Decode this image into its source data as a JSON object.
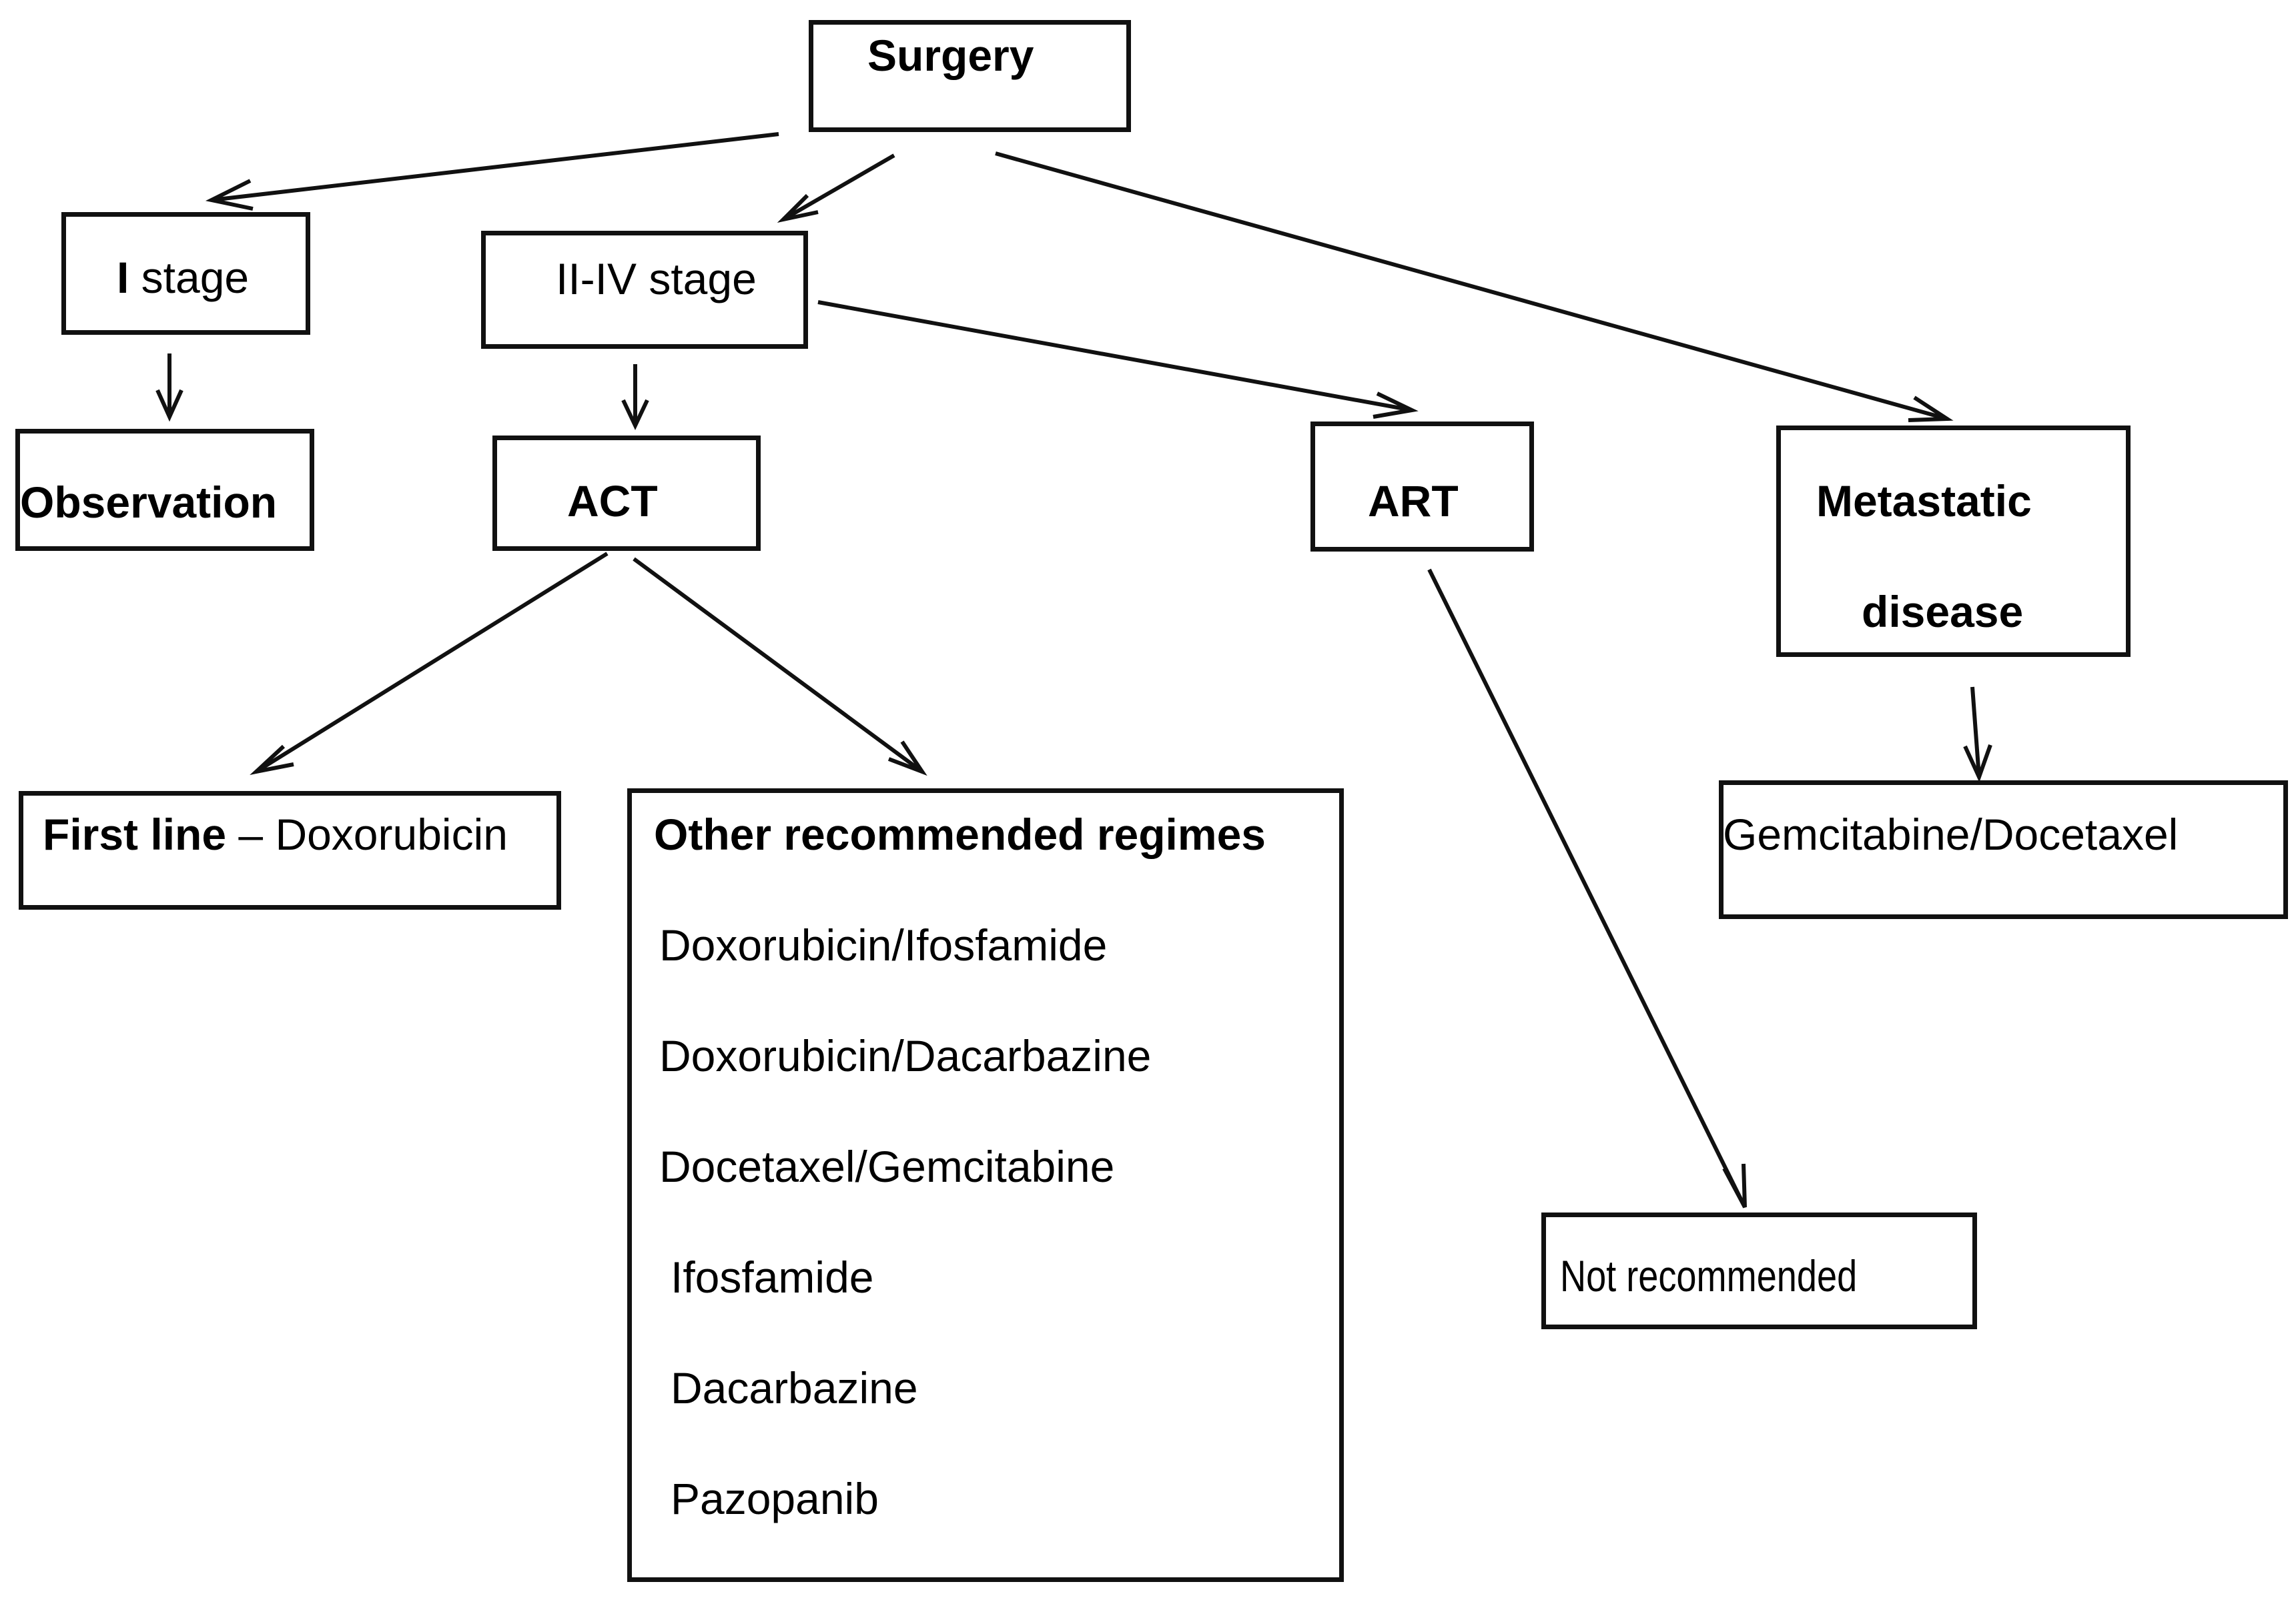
{
  "nodes": {
    "surgery": "Surgery",
    "stage1_prefix": "I",
    "stage1_suffix": " stage",
    "stage2_4": "II-IV stage",
    "observation": "Observation",
    "act": "ACT",
    "art": "ART",
    "metastatic_line1": "Metastatic",
    "metastatic_line2": "disease",
    "first_line_label": "First line",
    "first_line_drug": " – Doxorubicin",
    "other_title": "Other recommended regimes",
    "other_regimes": [
      "Doxorubicin/Ifosfamide",
      "Doxorubicin/Dacarbazine",
      "Docetaxel/Gemcitabine",
      "Ifosfamide",
      "Dacarbazine",
      "Pazopanib"
    ],
    "not_recommended": "Not recommended",
    "gem_doc": "Gemcitabine/Docetaxel"
  }
}
